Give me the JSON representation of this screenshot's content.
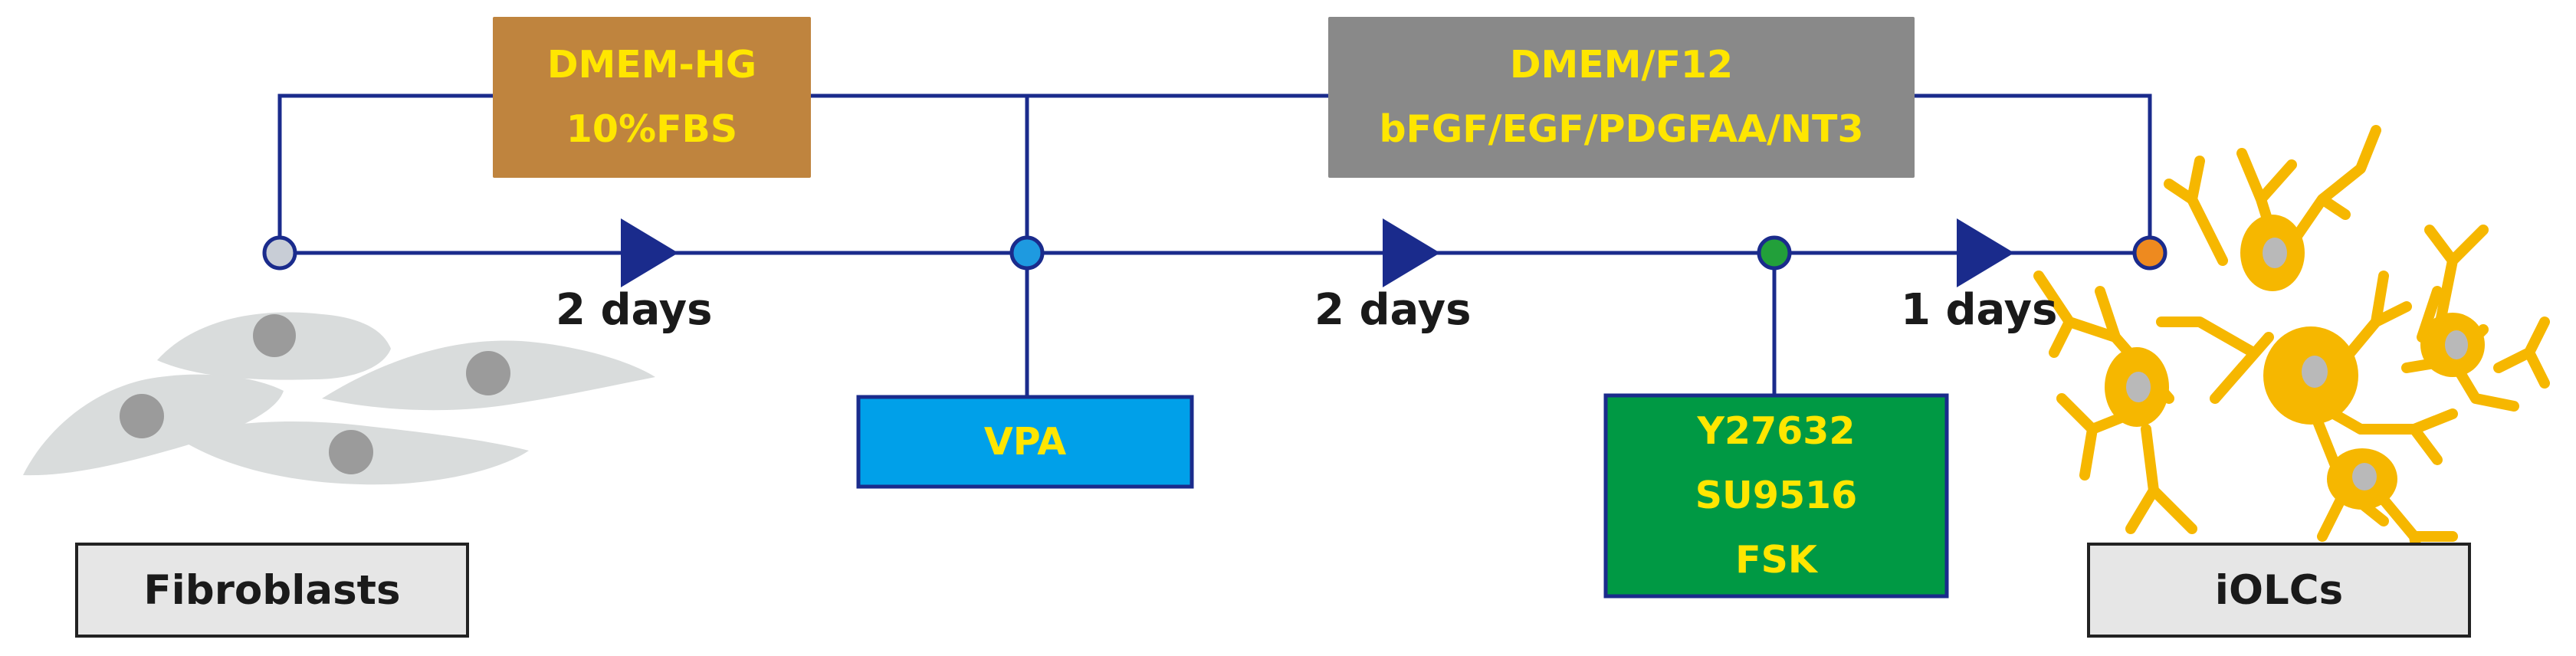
{
  "media_box": {
    "lines": [
      "DMEM-HG",
      "10%FBS"
    ],
    "color": "#BF843E"
  },
  "media_box2": {
    "lines": [
      "DMEM/F12",
      "bFGF/EGF/PDGFAA/NT3"
    ],
    "color": "#898989"
  },
  "vpa_box": {
    "lines": [
      "VPA"
    ],
    "color": "#00A0E9"
  },
  "small_molecule_box": {
    "lines": [
      "Y27632",
      "SU9516",
      "FSK"
    ],
    "color": "#009944"
  },
  "durations": [
    "2 days",
    "2 days",
    "1 days"
  ],
  "start_label": "Fibroblasts",
  "end_label": "iOLCs",
  "colors": {
    "timeline": "#1A2B8C",
    "text_on_box": "#FFE600",
    "fibroblast": "#D9DCDC",
    "nucleus": "#9B9B9B",
    "iolc": "#F6B700",
    "node_start": "#C8CDD6",
    "node_vpa": "#1E9AE0",
    "node_mid": "#22A03A",
    "node_end": "#EE8A1F"
  }
}
